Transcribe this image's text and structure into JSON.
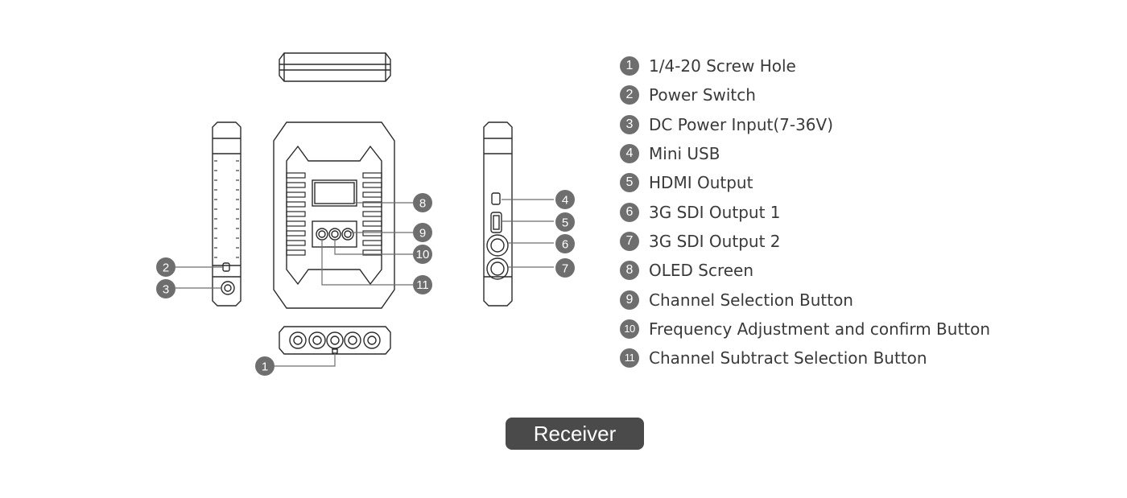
{
  "callouts": [
    "1",
    "2",
    "3",
    "4",
    "5",
    "6",
    "7",
    "8",
    "9",
    "10",
    "11"
  ],
  "legend": [
    {
      "num": "1",
      "label": "1/4-20 Screw Hole"
    },
    {
      "num": "2",
      "label": "Power Switch"
    },
    {
      "num": "3",
      "label": "DC Power Input(7-36V)"
    },
    {
      "num": "4",
      "label": "Mini USB"
    },
    {
      "num": "5",
      "label": "HDMI Output"
    },
    {
      "num": "6",
      "label": "3G SDI Output 1"
    },
    {
      "num": "7",
      "label": "3G SDI Output 2"
    },
    {
      "num": "8",
      "label": "OLED Screen"
    },
    {
      "num": "9",
      "label": "Channel Selection Button"
    },
    {
      "num": "10",
      "label": "Frequency Adjustment and confirm Button"
    },
    {
      "num": "11",
      "label": "Channel Subtract Selection Button"
    }
  ],
  "badge": {
    "label": "Receiver"
  }
}
